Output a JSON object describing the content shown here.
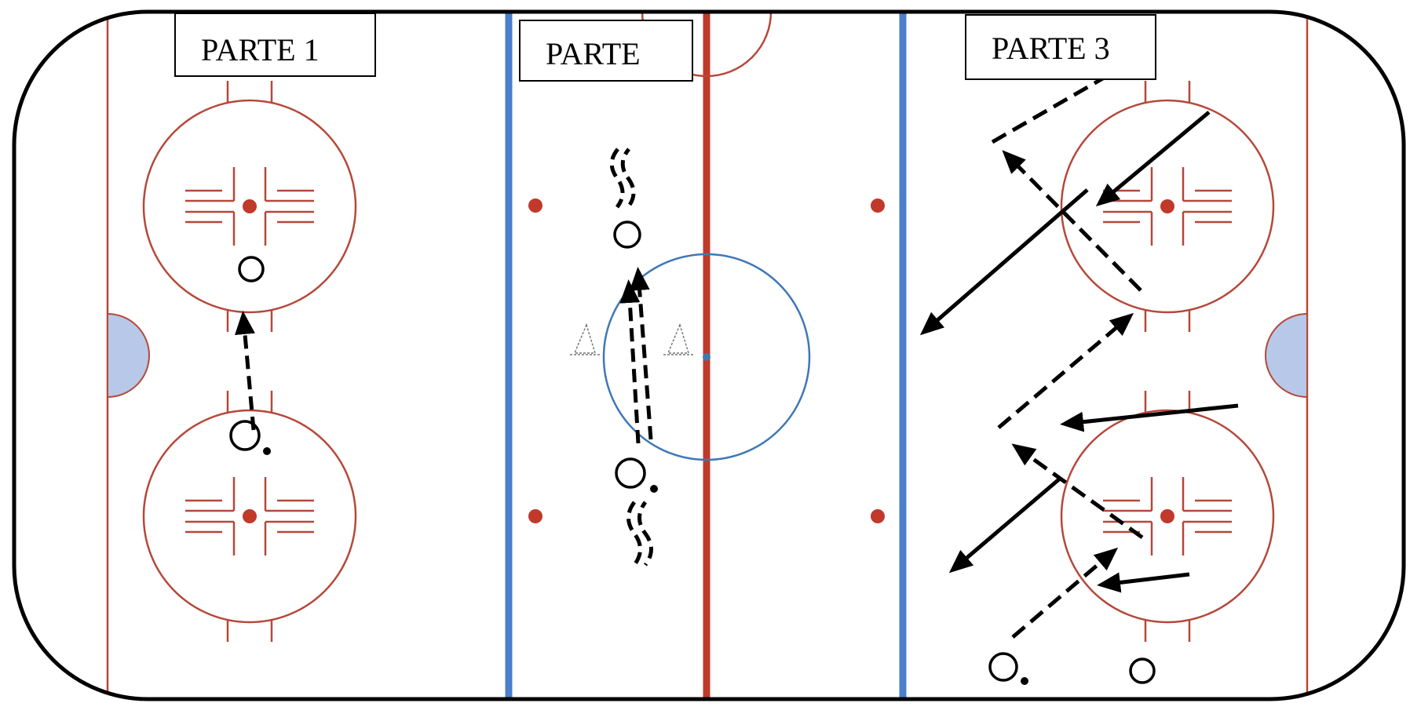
{
  "labels": {
    "part1": "PARTE 1",
    "part2": "PARTE",
    "part3": "PARTE 3"
  },
  "colors": {
    "board": "#000000",
    "red_line": "#c0392b",
    "blue_line": "#4a7fcb",
    "red_markings": "#b5483a",
    "center_circle": "#3f78b5",
    "crease": "#b8c8e8",
    "drill_ink": "#000000"
  },
  "icons": {
    "player": "circle",
    "puck": "dot",
    "cone": "cone"
  }
}
